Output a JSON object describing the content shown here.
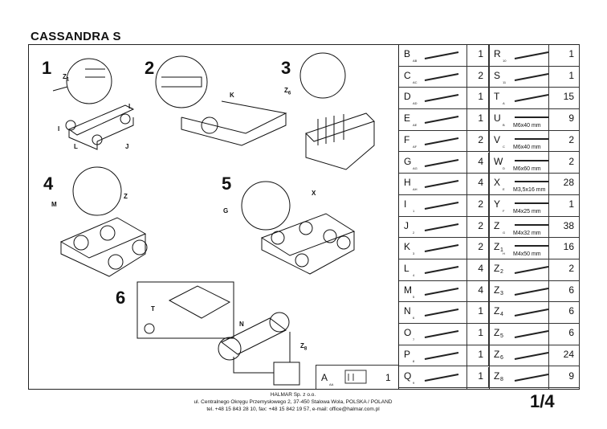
{
  "title": "CASSANDRA S",
  "page": "1/4",
  "footer": {
    "company": "HALMAR Sp. z o.o.",
    "address": "ul. Centralnego Okręgu Przemysłowego 2, 37-450 Stalowa Wola, POLSKA / POLAND",
    "contact": "tel. +48 15 843 28 10, fax: +48 15 842 19 57, e-mail: office@halmar.com.pl"
  },
  "steps": [
    "1",
    "2",
    "3",
    "4",
    "5",
    "6"
  ],
  "labels": {
    "z1": "Z",
    "z1sub": "1",
    "l1": "L",
    "l2": "L",
    "i": "I",
    "j": "J",
    "k": "K",
    "z6": "Z",
    "z6sub": "6",
    "m": "M",
    "z": "Z",
    "x": "X",
    "g": "G",
    "t": "T",
    "n": "N",
    "z8": "Z",
    "z8sub": "8"
  },
  "extra_part": {
    "letter": "A",
    "sub": "AA",
    "qty": "1"
  },
  "parts_left": [
    {
      "letter": "B",
      "sub": "AB",
      "qty": "1"
    },
    {
      "letter": "C",
      "sub": "AC",
      "qty": "2"
    },
    {
      "letter": "D",
      "sub": "AD",
      "qty": "1"
    },
    {
      "letter": "E",
      "sub": "AE",
      "qty": "1"
    },
    {
      "letter": "F",
      "sub": "AF",
      "qty": "2"
    },
    {
      "letter": "G",
      "sub": "AG",
      "qty": "4"
    },
    {
      "letter": "H",
      "sub": "AH",
      "qty": "4"
    },
    {
      "letter": "I",
      "sub": "1",
      "qty": "2"
    },
    {
      "letter": "J",
      "sub": "2",
      "qty": "2"
    },
    {
      "letter": "K",
      "sub": "3",
      "qty": "2"
    },
    {
      "letter": "L",
      "sub": "4",
      "qty": "4"
    },
    {
      "letter": "M",
      "sub": "5",
      "qty": "4"
    },
    {
      "letter": "N",
      "sub": "6",
      "qty": "1"
    },
    {
      "letter": "O",
      "sub": "7",
      "qty": "1"
    },
    {
      "letter": "P",
      "sub": "8",
      "qty": "1"
    },
    {
      "letter": "Q",
      "sub": "9",
      "qty": "1"
    }
  ],
  "parts_right": [
    {
      "letter": "R",
      "sub": "10",
      "qty": "1",
      "note": ""
    },
    {
      "letter": "S",
      "sub": "11",
      "qty": "1",
      "note": ""
    },
    {
      "letter": "T",
      "sub": "A",
      "qty": "15",
      "note": ""
    },
    {
      "letter": "U",
      "sub": "B",
      "qty": "9",
      "note": "M6x40 mm"
    },
    {
      "letter": "V",
      "sub": "C",
      "qty": "2",
      "note": "M6x40 mm"
    },
    {
      "letter": "W",
      "sub": "D",
      "qty": "2",
      "note": "M6x60 mm"
    },
    {
      "letter": "X",
      "sub": "E",
      "qty": "28",
      "note": "M3,5x16 mm"
    },
    {
      "letter": "Y",
      "sub": "F",
      "qty": "1",
      "note": "M4x25 mm"
    },
    {
      "letter": "Z",
      "sub": "G",
      "qty": "38",
      "note": "M4x32 mm"
    },
    {
      "letter": "Z",
      "sub": "H",
      "qty": "16",
      "note": "M4x50 mm",
      "letter_sub": "1"
    },
    {
      "letter": "Z",
      "sub": "",
      "qty": "2",
      "note": "",
      "letter_sub": "2"
    },
    {
      "letter": "Z",
      "sub": "",
      "qty": "6",
      "note": "",
      "letter_sub": "3"
    },
    {
      "letter": "Z",
      "sub": "",
      "qty": "6",
      "note": "",
      "letter_sub": "4"
    },
    {
      "letter": "Z",
      "sub": "",
      "qty": "6",
      "note": "",
      "letter_sub": "5"
    },
    {
      "letter": "Z",
      "sub": "",
      "qty": "24",
      "note": "",
      "letter_sub": "6"
    },
    {
      "letter": "Z",
      "sub": "",
      "qty": "9",
      "note": "",
      "letter_sub": "8"
    }
  ]
}
